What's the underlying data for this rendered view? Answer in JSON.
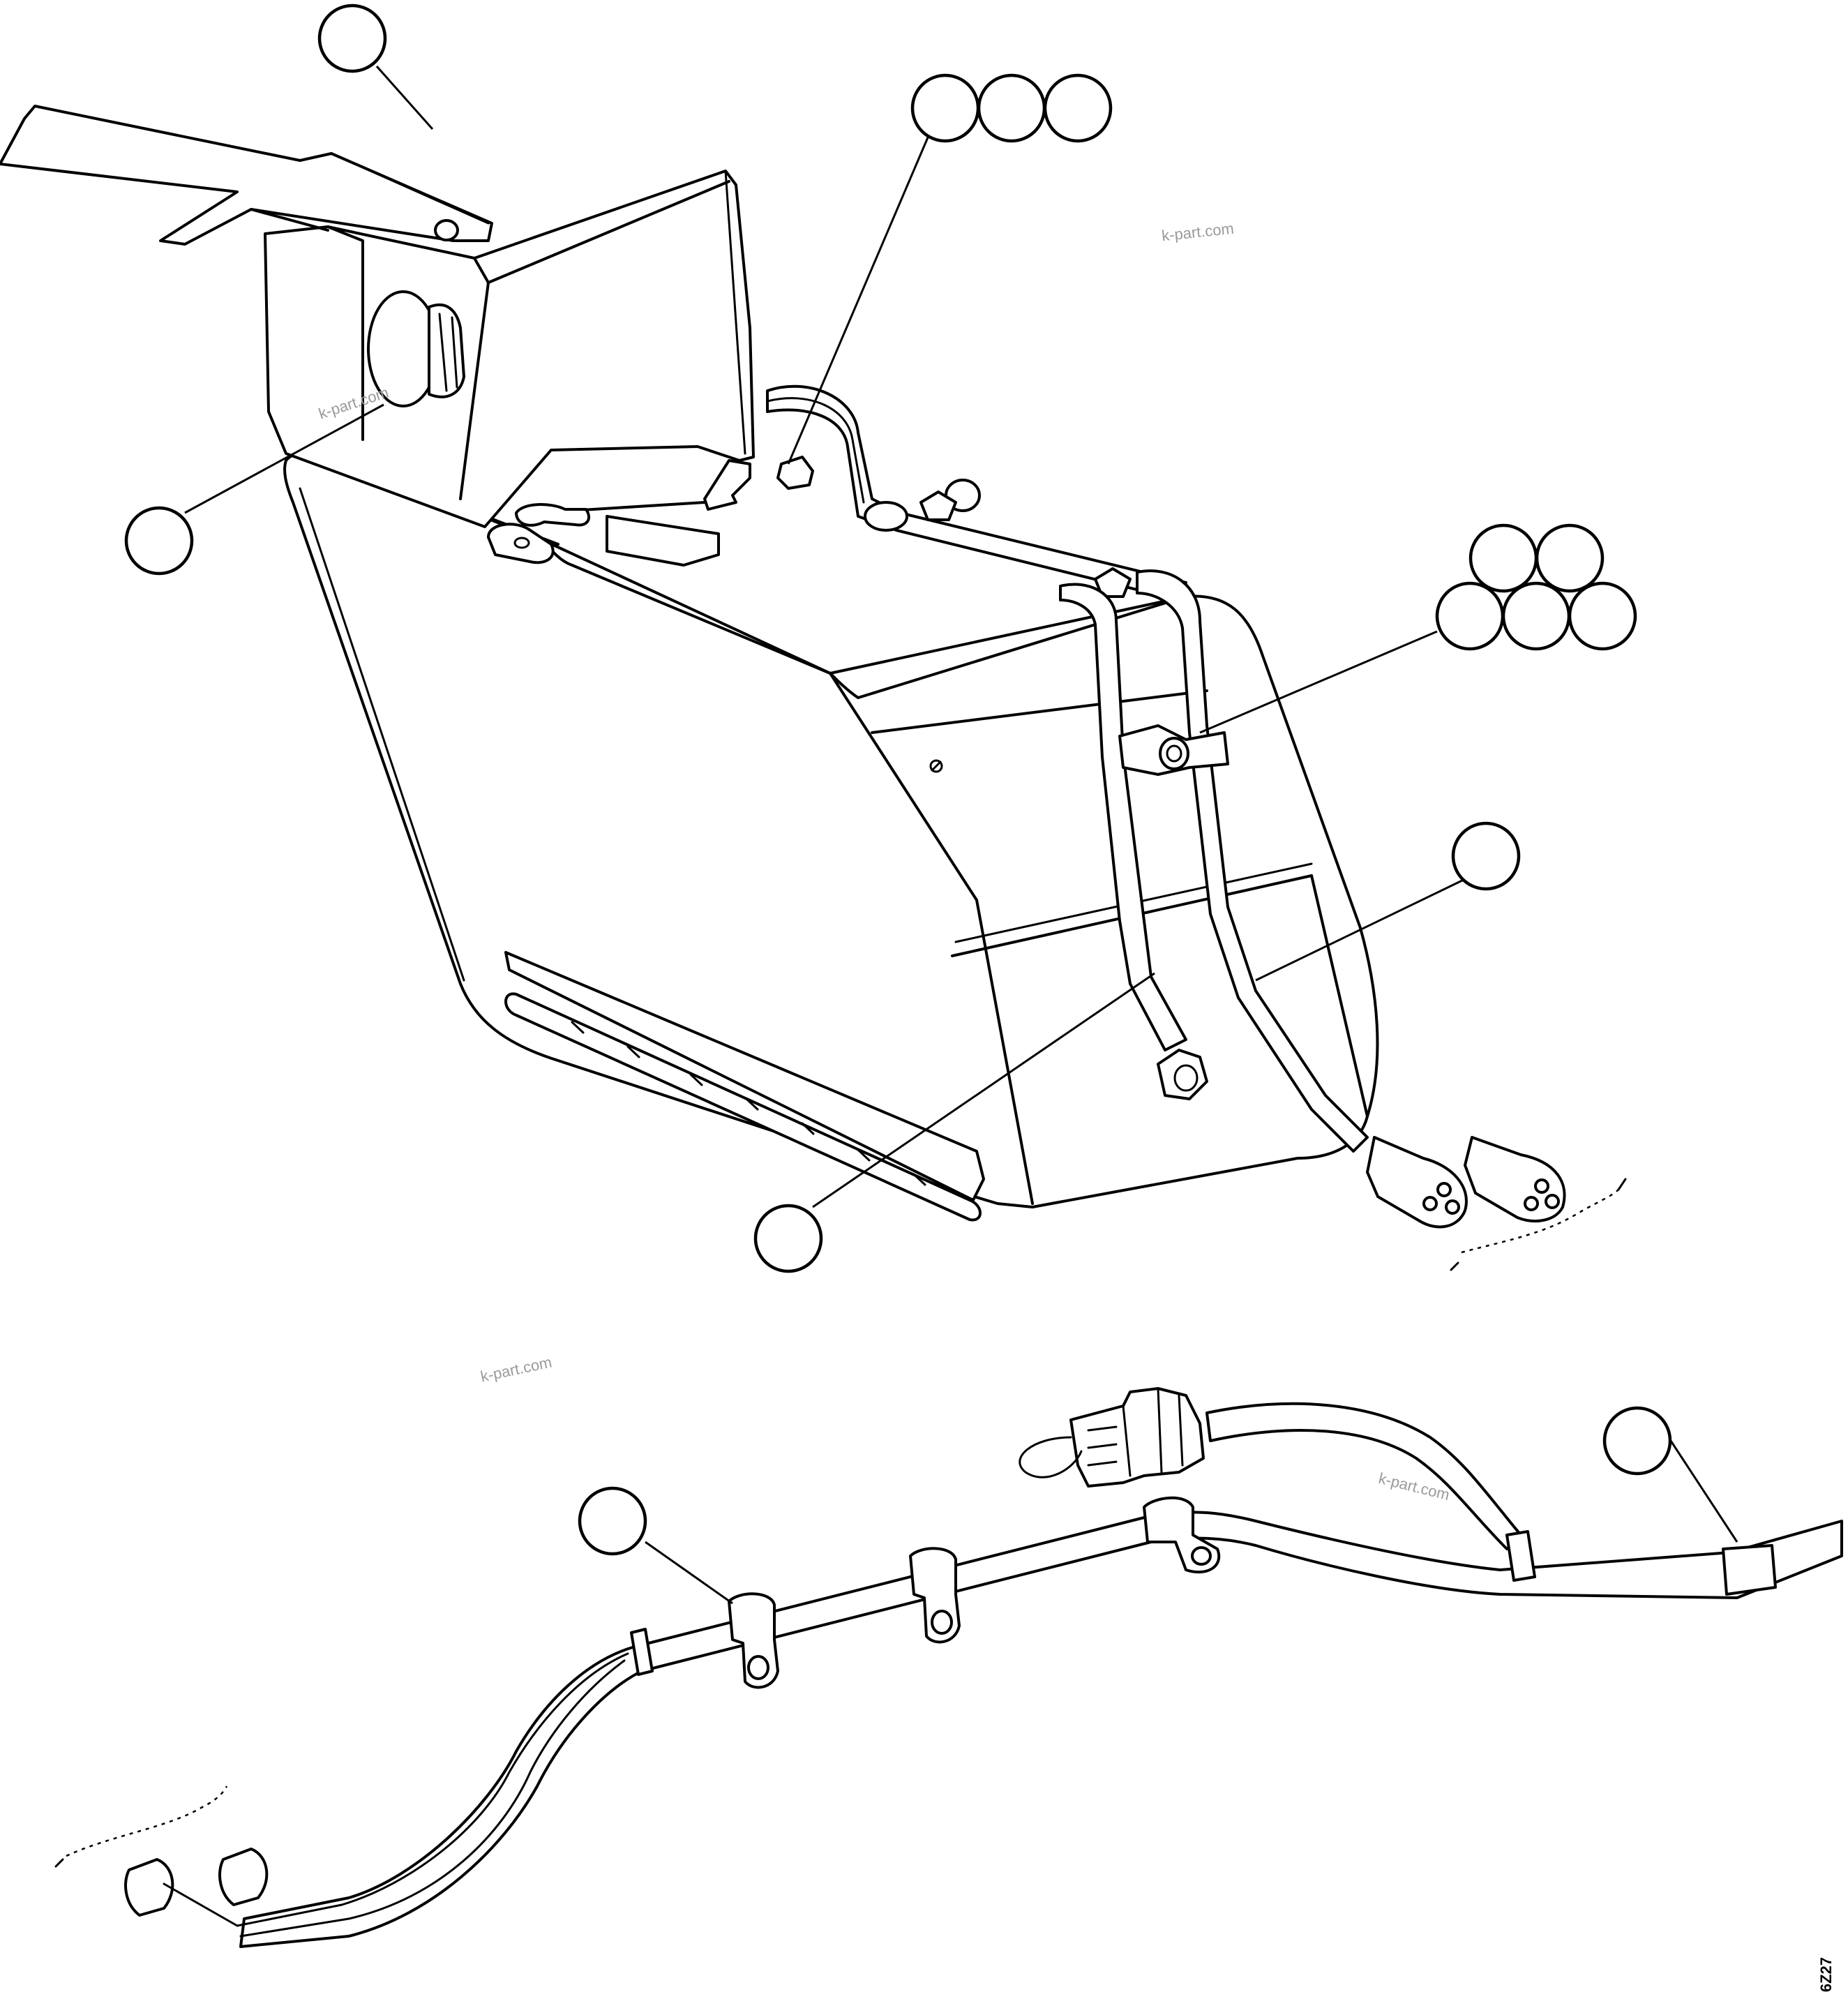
{
  "watermarks": [
    "k-part.com",
    "k-part.com",
    "k-part.com",
    "k-part.com"
  ],
  "figure_code": "6Z27",
  "callouts": [
    {
      "label": ""
    },
    {
      "label": ""
    },
    {
      "label": ""
    },
    {
      "label": ""
    },
    {
      "label": ""
    },
    {
      "label": ""
    },
    {
      "label": ""
    },
    {
      "label": ""
    },
    {
      "label": ""
    },
    {
      "label": ""
    },
    {
      "label": ""
    },
    {
      "label": ""
    },
    {
      "label": ""
    },
    {
      "label": ""
    },
    {
      "label": ""
    }
  ]
}
